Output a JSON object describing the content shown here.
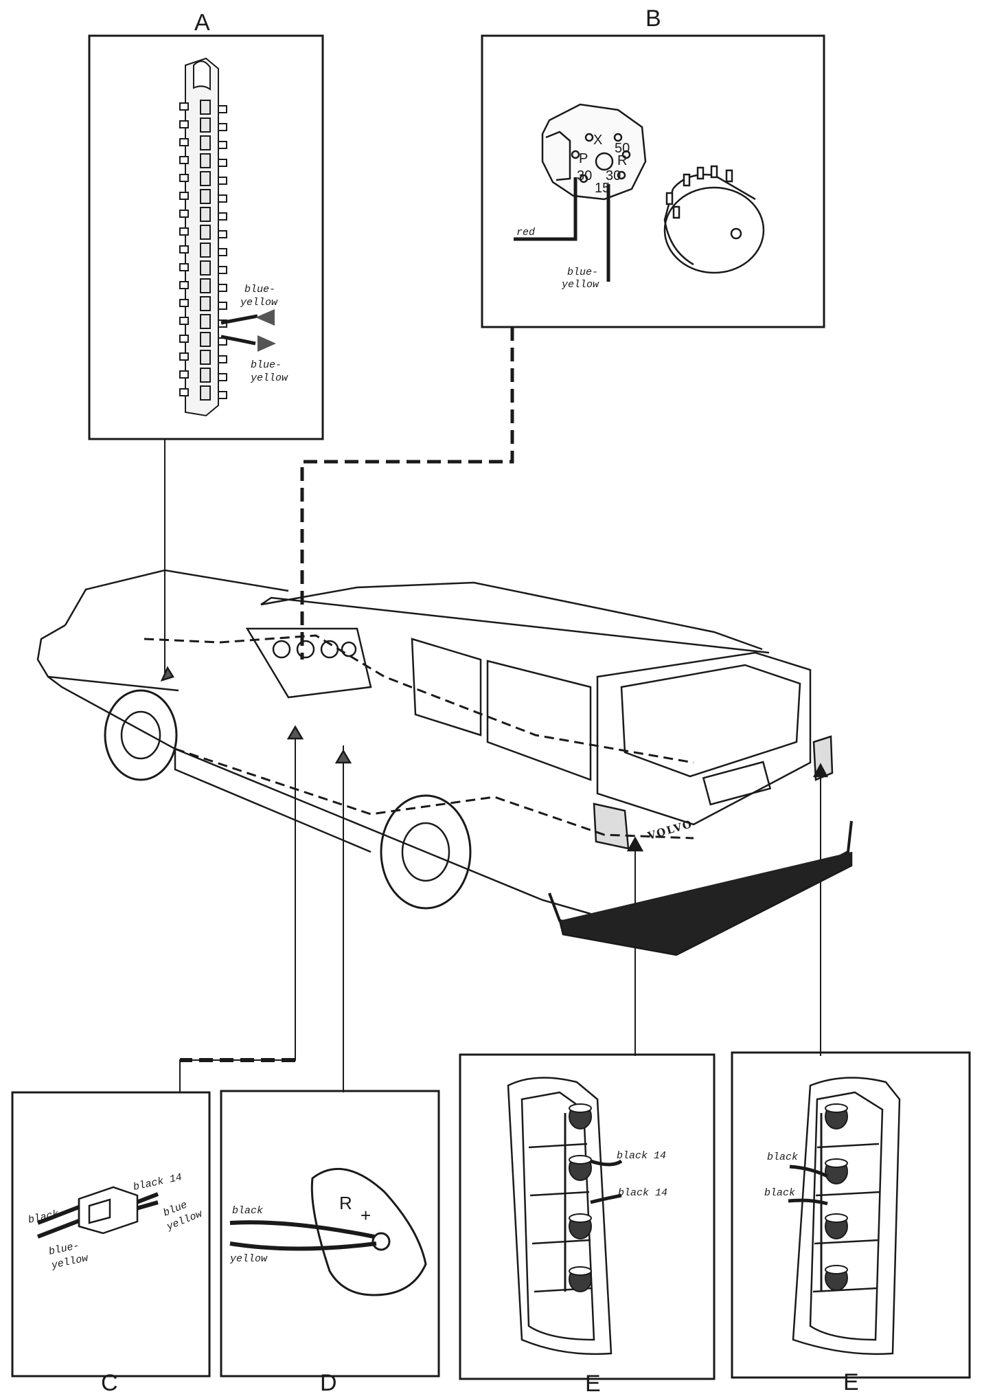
{
  "panels": {
    "A": {
      "letter": "A",
      "labels": [
        "blue-",
        "yellow",
        "blue-",
        "yellow"
      ]
    },
    "B": {
      "letter": "B",
      "switch_marks": [
        "X",
        "50",
        "P",
        "R",
        "30",
        "30",
        "15"
      ],
      "labels": [
        "red",
        "blue-",
        "yellow"
      ]
    },
    "C": {
      "letter": "C",
      "labels": [
        "black 14",
        "black",
        "blue-",
        "yellow",
        "blue",
        "yellow"
      ]
    },
    "D": {
      "letter": "D",
      "gear_marks": [
        "R",
        "+"
      ],
      "labels": [
        "black",
        "yellow"
      ]
    },
    "E1": {
      "letter": "E",
      "labels": [
        "black 14",
        "black 14"
      ]
    },
    "E2": {
      "letter": "E",
      "labels": [
        "black",
        "black"
      ]
    }
  },
  "car": {
    "badge": "VOLVO"
  },
  "colors": {
    "ink": "#1a1a1a",
    "paper": "#ffffff",
    "shade": "#555555"
  }
}
